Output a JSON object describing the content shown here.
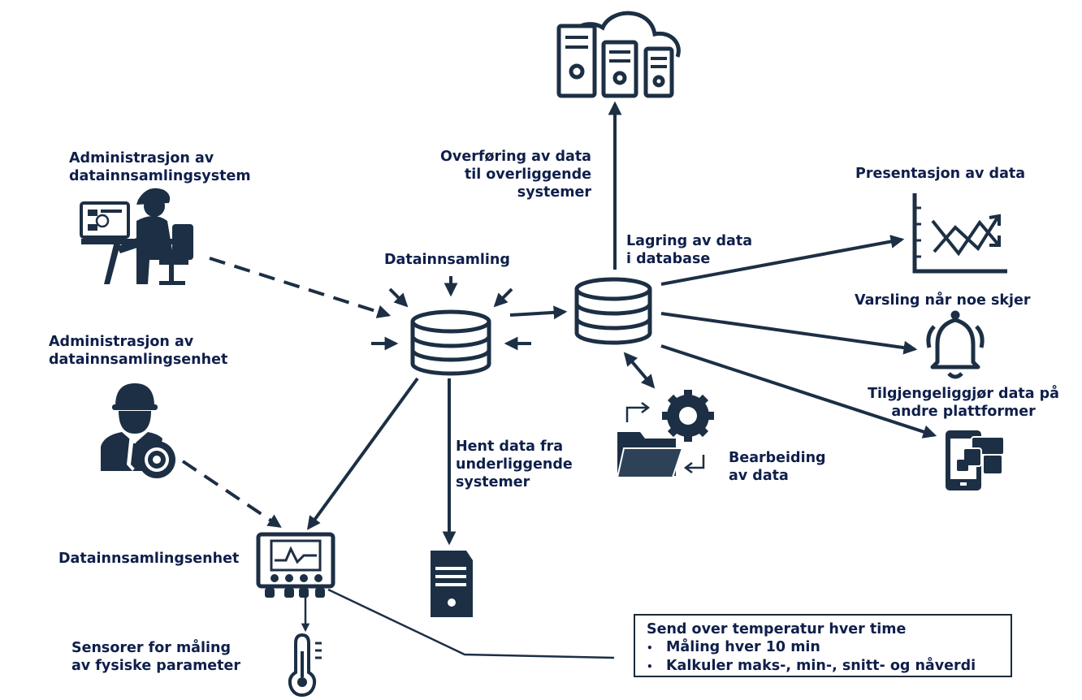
{
  "labels": {
    "admin_system": [
      "Administrasjon av",
      "datainnsamlingsystem"
    ],
    "admin_unit": [
      "Administrasjon av",
      "datainnsamlingsenhet"
    ],
    "datainnsamling": "Datainnsamling",
    "transfer": [
      "Overføring av data",
      "til overliggende",
      "systemer"
    ],
    "storage": [
      "Lagring av data",
      "i database"
    ],
    "presentation": "Presentasjon av data",
    "alerting": "Varsling når noe skjer",
    "platforms": [
      "Tilgjengeliggjør data på",
      "andre plattformer"
    ],
    "processing": [
      "Bearbeiding",
      "av data"
    ],
    "fetch": [
      "Hent data fra",
      "underliggende",
      "systemer"
    ],
    "unit": "Datainnsamlingsenhet",
    "sensors": [
      "Sensorer for måling",
      "av fysiske parameter"
    ]
  },
  "note": {
    "title": "Send over temperatur hver time",
    "bullets": [
      "Måling hver 10 min",
      "Kalkuler maks-, min-, snitt- og nåverdi"
    ]
  },
  "colors": {
    "ink": "#0f1f4b",
    "icon": "#1c2f44"
  },
  "icons": [
    "cloud-servers-icon",
    "office-worker-icon",
    "engineer-gear-icon",
    "database-icon",
    "line-chart-icon",
    "bell-icon",
    "mobile-apps-icon",
    "folder-gear-icon",
    "server-icon",
    "monitor-device-icon",
    "thermometer-icon"
  ]
}
